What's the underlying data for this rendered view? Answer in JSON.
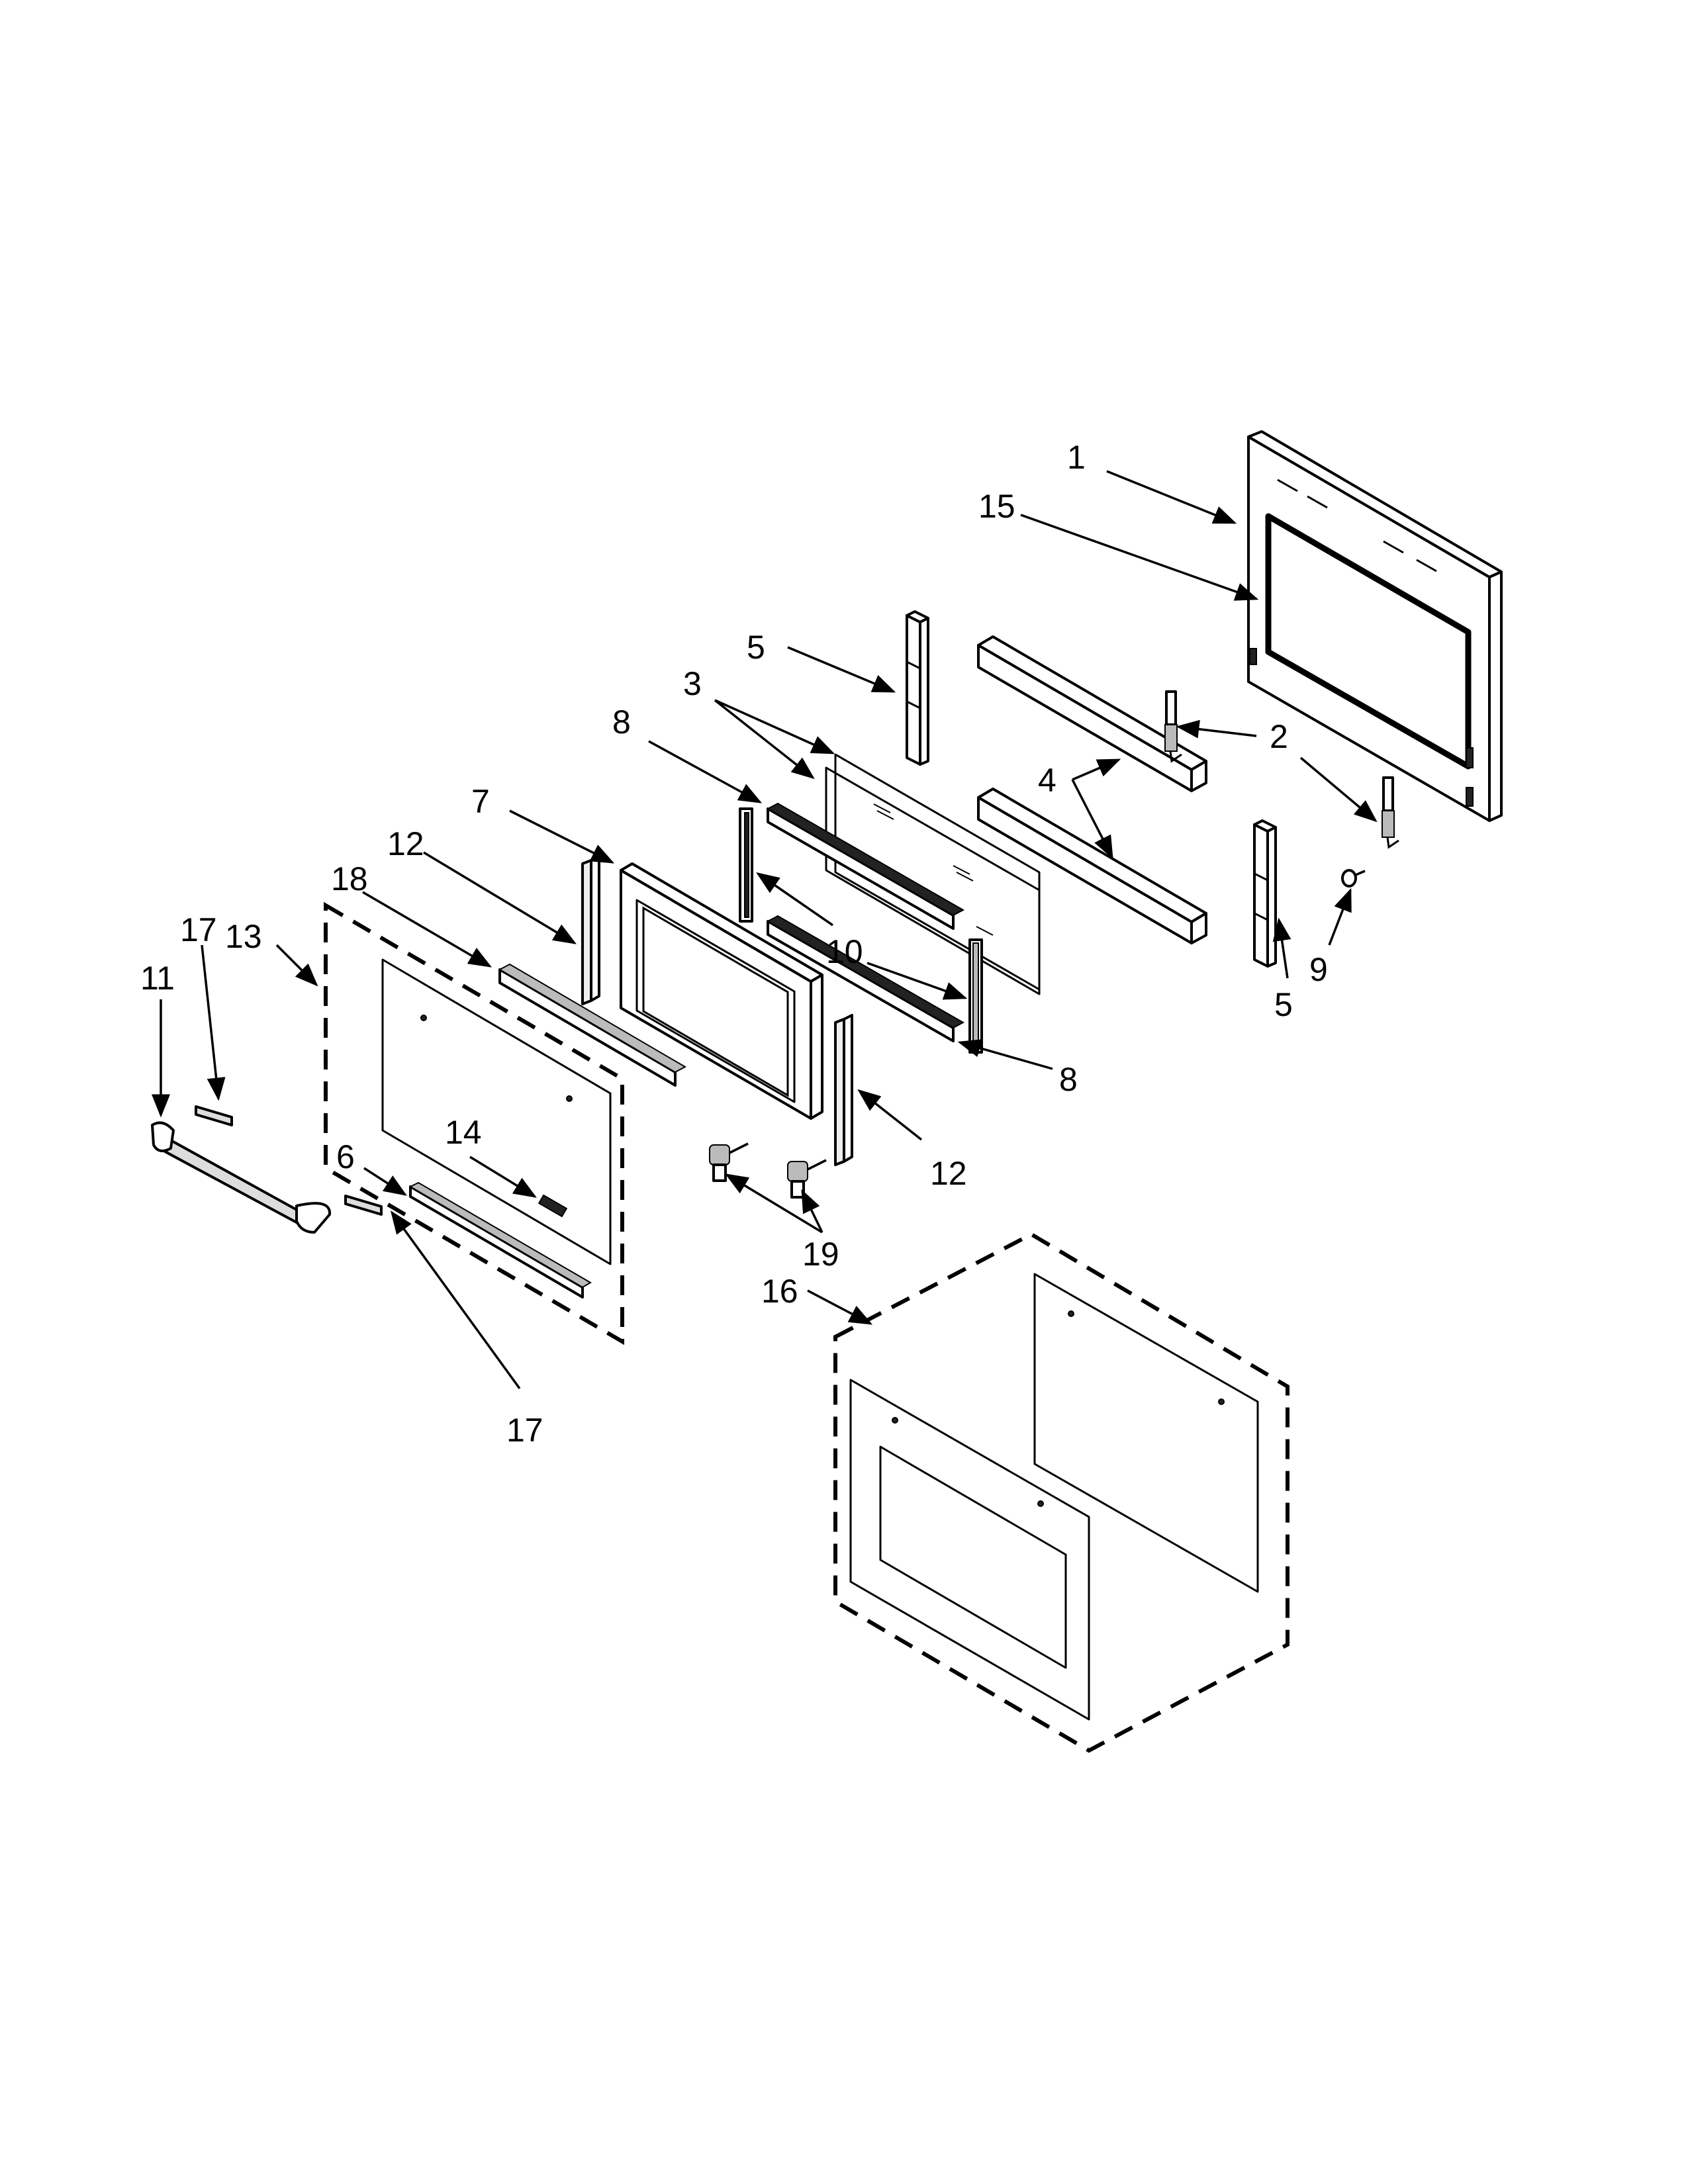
{
  "callouts": [
    {
      "id": "1",
      "text": "1"
    },
    {
      "id": "2a",
      "text": "2"
    },
    {
      "id": "3",
      "text": "3"
    },
    {
      "id": "4",
      "text": "4"
    },
    {
      "id": "5a",
      "text": "5"
    },
    {
      "id": "5b",
      "text": "5"
    },
    {
      "id": "6",
      "text": "6"
    },
    {
      "id": "7",
      "text": "7"
    },
    {
      "id": "8a",
      "text": "8"
    },
    {
      "id": "8b",
      "text": "8"
    },
    {
      "id": "9",
      "text": "9"
    },
    {
      "id": "10",
      "text": "10"
    },
    {
      "id": "11",
      "text": "11"
    },
    {
      "id": "12a",
      "text": "12"
    },
    {
      "id": "12b",
      "text": "12"
    },
    {
      "id": "13",
      "text": "13"
    },
    {
      "id": "14",
      "text": "14"
    },
    {
      "id": "15",
      "text": "15"
    },
    {
      "id": "16",
      "text": "16"
    },
    {
      "id": "17a",
      "text": "17"
    },
    {
      "id": "17b",
      "text": "17"
    },
    {
      "id": "18",
      "text": "18"
    },
    {
      "id": "19",
      "text": "19"
    }
  ]
}
